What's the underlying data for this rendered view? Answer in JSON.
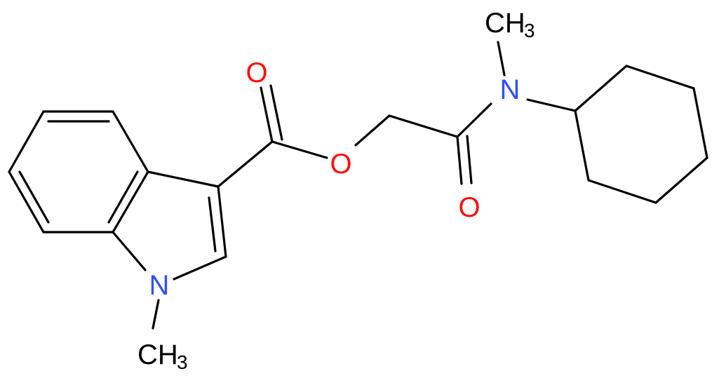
{
  "molecule": {
    "colors": {
      "carbon": "#000000",
      "oxygen": "#ff0d0d",
      "nitrogen": "#3050f8"
    },
    "atom_labels": {
      "ester_carbonyl_O": "O",
      "ester_O": "O",
      "amide_carbonyl_O": "O",
      "amide_N": "N",
      "indole_N": "N",
      "n_methyl_top": {
        "main": "CH",
        "sub": "3"
      },
      "n_methyl_bottom": {
        "main": "CH",
        "sub": "3"
      }
    }
  }
}
